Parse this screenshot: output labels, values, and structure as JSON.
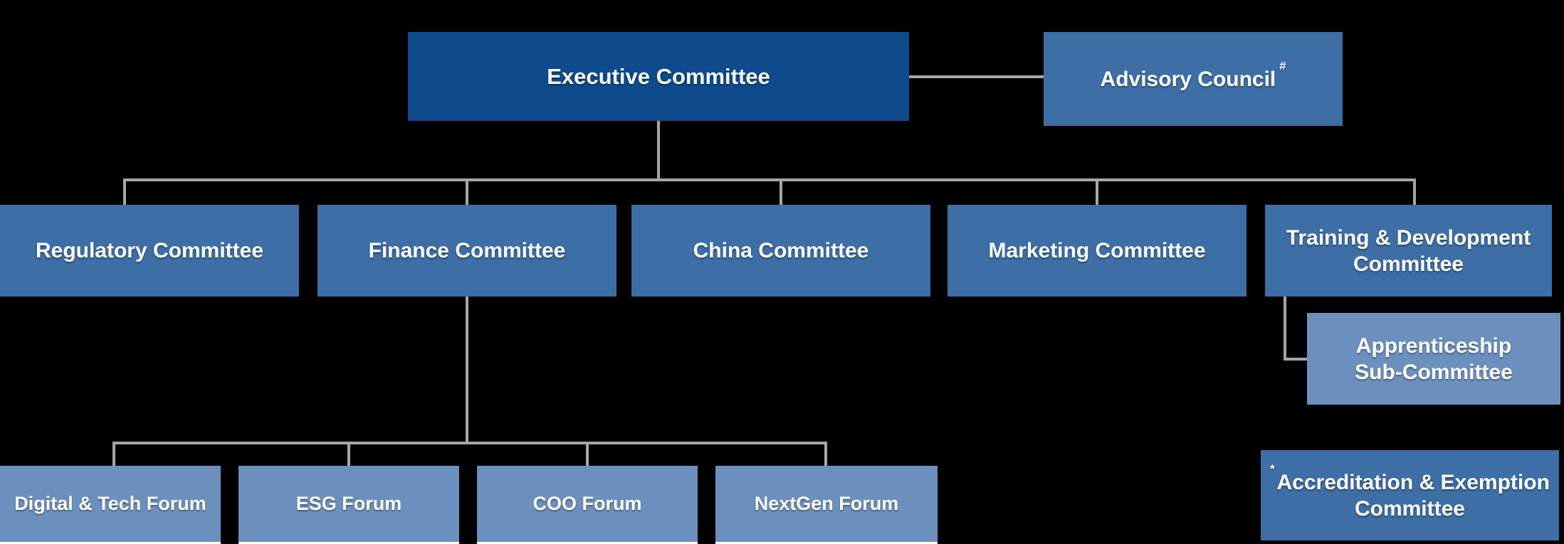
{
  "theme": {
    "background": "#000000",
    "executive_blue": "#0F4A8C",
    "committee_blue": "#3D6EA5",
    "sub_blue": "#6C90BD",
    "connector_gray": "#A6A6A6",
    "text_white": "#FFFFFF",
    "page_edge_white": "#FFFFFF"
  },
  "nodes": {
    "executive": {
      "label": "Executive Committee"
    },
    "advisory": {
      "label": "Advisory Council",
      "sup": "#"
    },
    "regulatory": {
      "label": "Regulatory Committee"
    },
    "finance": {
      "label": "Finance Committee"
    },
    "china": {
      "label": "China Committee"
    },
    "marketing": {
      "label": "Marketing Committee"
    },
    "training": {
      "line1": "Training & Development",
      "line2": "Committee"
    },
    "apprenticeship": {
      "line1": "Apprenticeship",
      "line2": "Sub-Committee"
    },
    "digital": {
      "label": "Digital & Tech Forum"
    },
    "esg": {
      "label": "ESG Forum"
    },
    "coo": {
      "label": "COO Forum"
    },
    "nextgen": {
      "label": "NextGen Forum"
    },
    "accreditation": {
      "sup": "*",
      "line1": "Accreditation & Exemption",
      "line2": "Committee"
    }
  }
}
